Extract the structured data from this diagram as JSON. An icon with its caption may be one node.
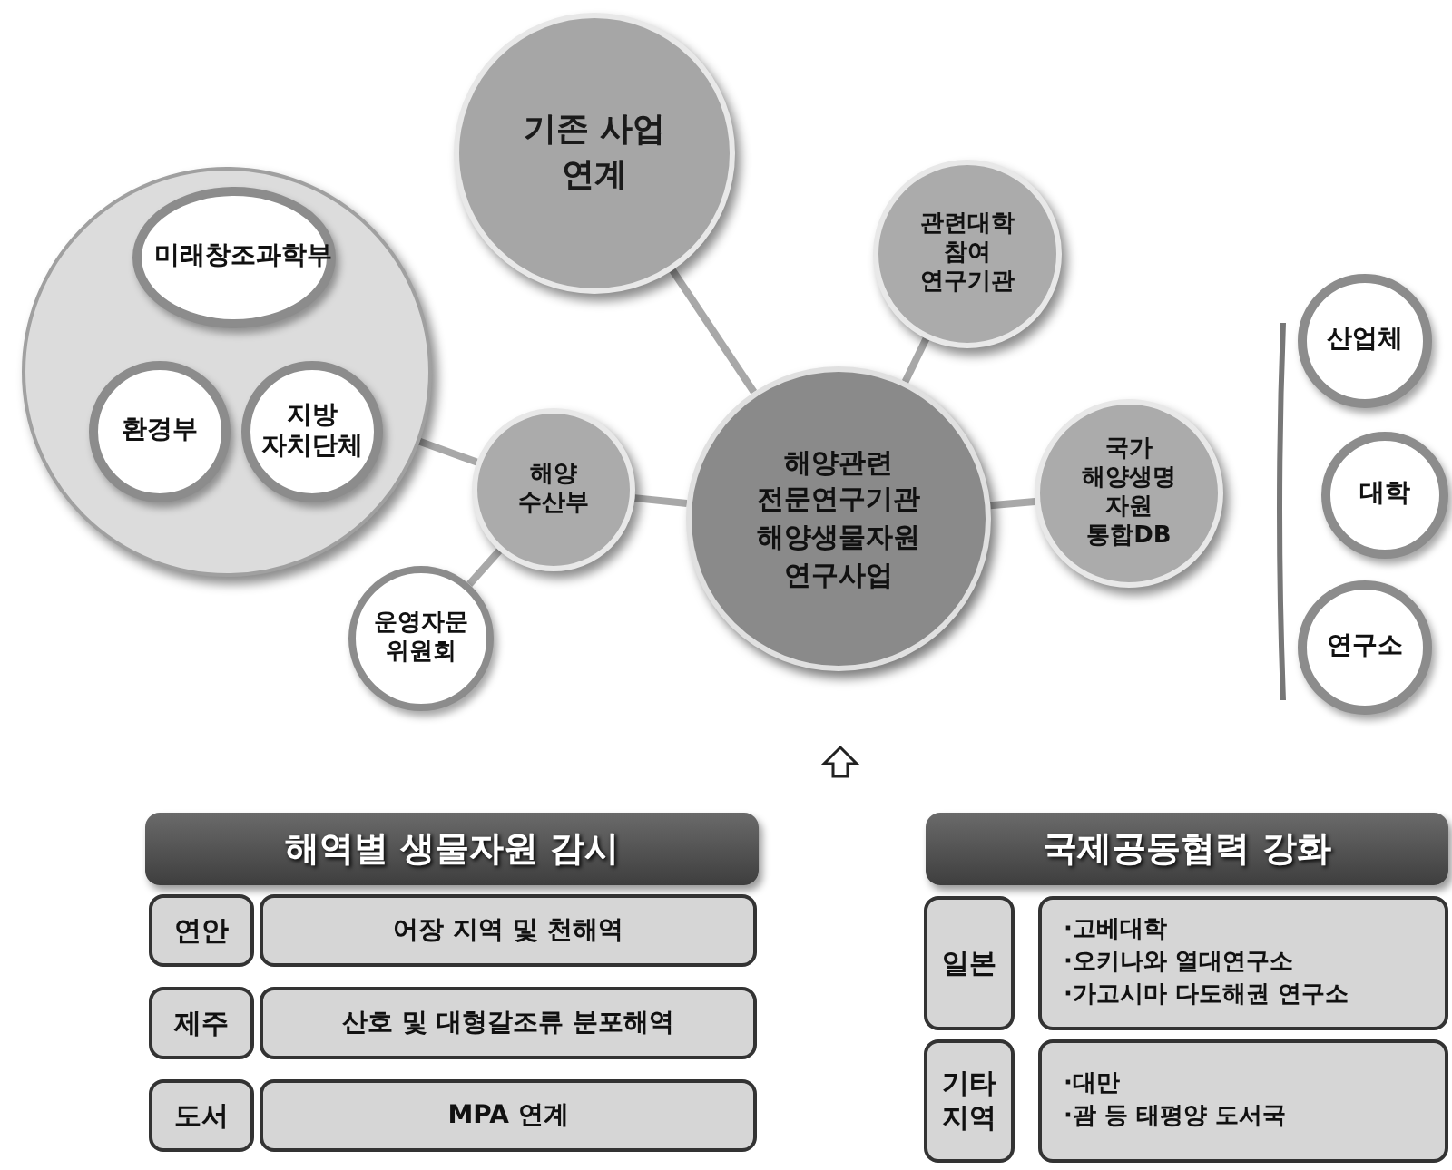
{
  "diagram": {
    "nodes": [
      {
        "text": [],
        "shape": "circle"
      },
      {
        "text": [
          "미래창조과학부"
        ],
        "in": 0
      },
      {
        "text": [
          "환경부"
        ],
        "in": 0
      },
      {
        "text": [
          "지방 자치단체"
        ],
        "in": 0
      },
      {
        "text": [
          "기존 사업 연계"
        ]
      },
      {
        "text": [
          "관련대학 참여 연구기관"
        ]
      },
      {
        "text": [
          "해양 수산부"
        ]
      },
      {
        "text": [
          "해양관련 전문연구기관 해양생물자원 연구사업"
        ]
      },
      {
        "text": [
          "국가 해양생명 자원 통합DB"
        ]
      },
      {
        "text": [
          "운영자문 위원회"
        ]
      },
      {
        "text": [
          "산업체"
        ]
      },
      {
        "text": [
          "대학"
        ]
      },
      {
        "text": [
          "연구소"
        ]
      },
      {
        "text": [
          "해역별 생물자원 감시"
        ]
      },
      {
        "text": [
          "연안"
        ]
      },
      {
        "text": [
          "어장 지역 및 천해역"
        ]
      },
      {
        "text": [
          "제주"
        ]
      },
      {
        "text": [
          "산호 및 대형갈조류 분포해역"
        ]
      },
      {
        "text": [
          "도서"
        ]
      },
      {
        "text": [
          "MPA 연계"
        ]
      },
      {
        "text": [
          "국제공동협력 강화"
        ]
      },
      {
        "text": [
          "일본"
        ]
      },
      {
        "text": [
          "·고베대학",
          "·오키나와 열대연구소",
          "·가고시마 다도해권 연구소"
        ]
      },
      {
        "text": [
          "기타 지역"
        ]
      },
      {
        "text": [
          "·대만",
          "·괌 등 태평양 도서국"
        ]
      }
    ],
    "edges": [
      {
        "from": 0,
        "to": 6,
        "arrow": "none"
      },
      {
        "from": 4,
        "to": 7,
        "arrow": "none"
      },
      {
        "from": 5,
        "to": 7,
        "arrow": "none"
      },
      {
        "from": 6,
        "to": 7,
        "arrow": "none"
      },
      {
        "from": 7,
        "to": 8,
        "arrow": "none"
      },
      {
        "from": 6,
        "to": 9,
        "arrow": "none"
      }
    ]
  }
}
